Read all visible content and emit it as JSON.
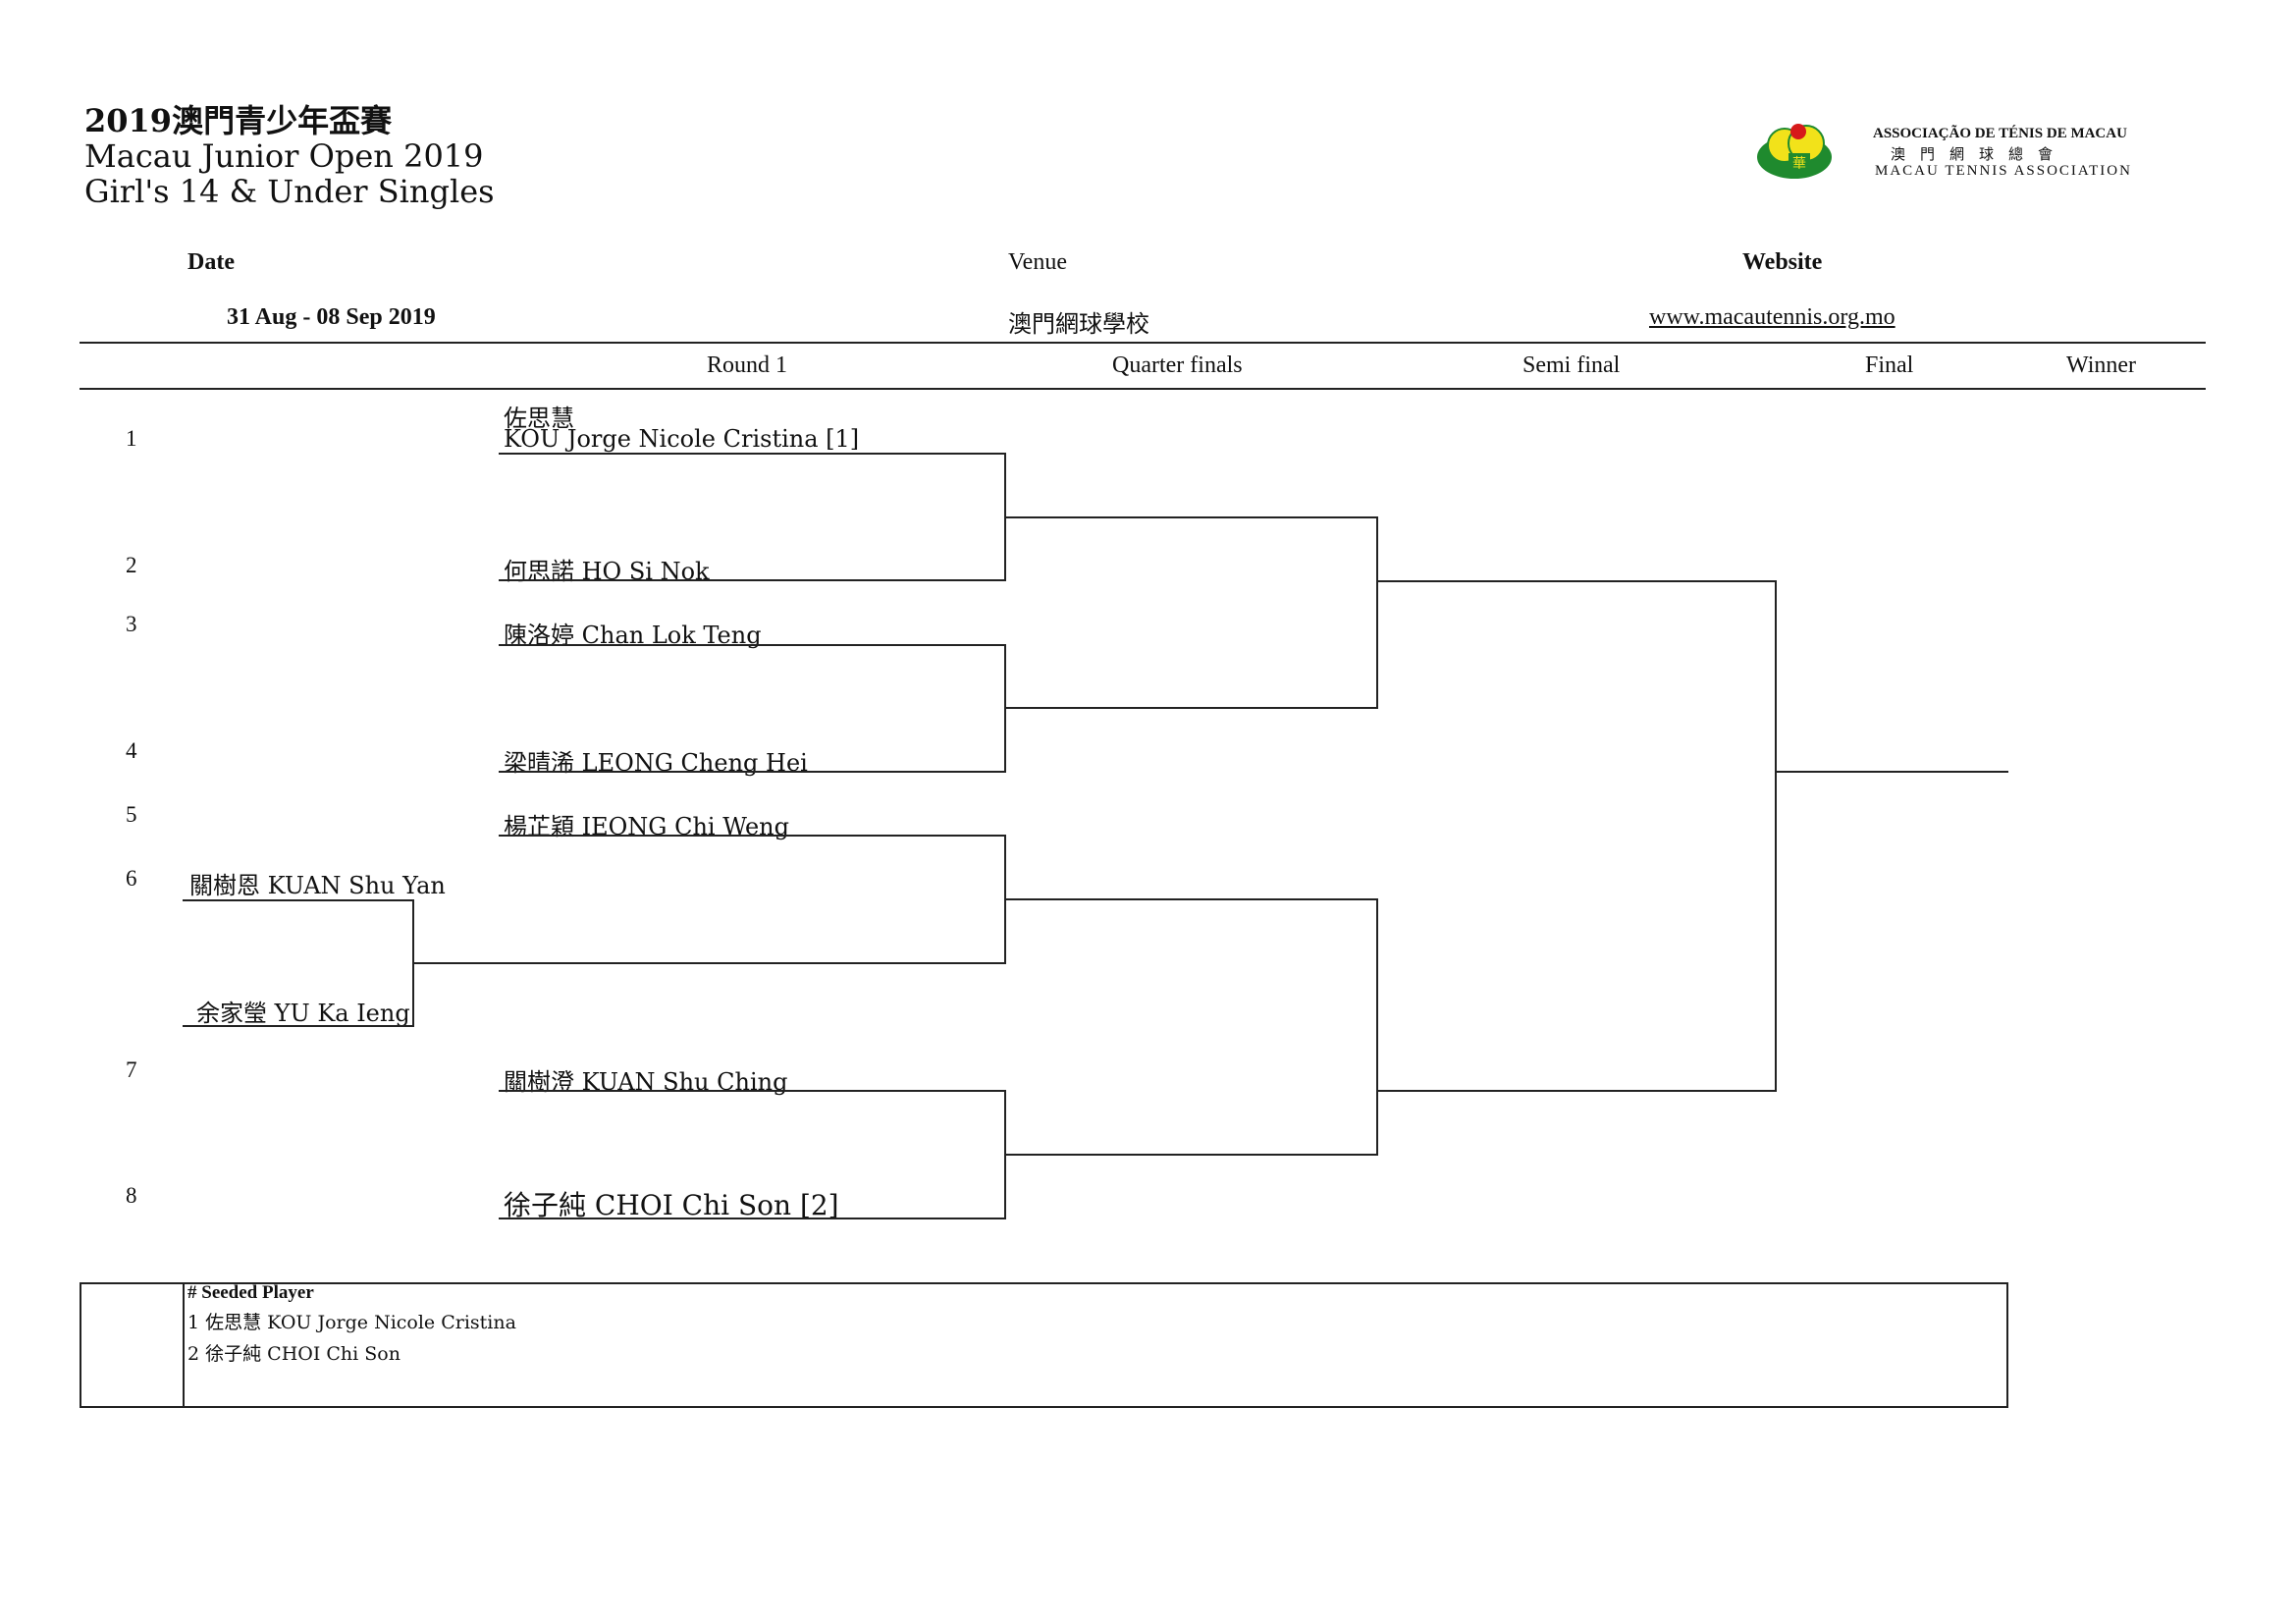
{
  "title": {
    "line1": "2019澳門青少年盃賽",
    "line2": "Macau Junior Open 2019",
    "line3": "Girl's 14 & Under Singles"
  },
  "logo": {
    "line1": "ASSOCIAÇÃO DE TÉNIS DE MACAU",
    "line2": "澳　門　網　球　總　會",
    "line3": "MACAU TENNIS ASSOCIATION",
    "emblem_char": "華",
    "colors": {
      "yellow": "#f2e21a",
      "green": "#1f8a2e",
      "red": "#d61a1a"
    }
  },
  "info": {
    "date_label": "Date",
    "date_value": "31 Aug - 08 Sep 2019",
    "venue_label": "Venue",
    "venue_value": "澳門網球學校",
    "website_label": "Website",
    "website_value": "www.macautennis.org.mo"
  },
  "rounds": {
    "round1": "Round 1",
    "quarter": "Quarter finals",
    "semi": "Semi final",
    "final": "Final",
    "winner": "Winner"
  },
  "draw": {
    "numbers": [
      "1",
      "2",
      "3",
      "4",
      "5",
      "6",
      "7",
      "8"
    ],
    "p1_cn": "佐思慧",
    "p1": "KOU Jorge Nicole Cristina [1]",
    "p2": "何思諾 HO Si Nok",
    "p3": "陳洛婷 Chan Lok Teng",
    "p4": "梁晴浠 LEONG Cheng Hei",
    "p5": "楊芷穎 IEONG Chi Weng",
    "p6a": "關樹恩 KUAN Shu Yan",
    "p6b": "余家瑩 YU Ka Ieng",
    "p7": "關樹澄 KUAN Shu Ching",
    "p8": "徐子純 CHOI Chi Son [2]"
  },
  "seeds": {
    "heading": "# Seeded Player",
    "items": [
      "1 佐思慧 KOU Jorge Nicole Cristina",
      "2 徐子純 CHOI Chi Son"
    ]
  }
}
